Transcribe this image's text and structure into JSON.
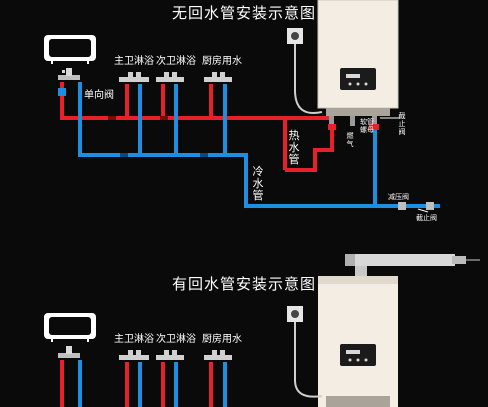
{
  "colors": {
    "background": "#0a0a0a",
    "hot_pipe": "#e8202a",
    "cold_pipe": "#1e8fe0",
    "heater_body": "#f3ede4",
    "heater_panel": "#1b1b1b",
    "label_text": "#ffffff"
  },
  "top_diagram": {
    "title": "无回水管安装示意图",
    "fixtures": {
      "master_shower": "主卫淋浴",
      "second_shower": "次卫淋浴",
      "kitchen": "厨房用水"
    },
    "check_valve": "单向阀",
    "hot_pipe_label": "热水管",
    "cold_pipe_label": "冷水管",
    "relief_valve": "减压阀",
    "shutoff_valve": "截止阀",
    "shutoff_valve_top": "截止阀",
    "gas_valve_note": "燃气",
    "connector_note": "软管\n螺母"
  },
  "bottom_diagram": {
    "title": "有回水管安装示意图",
    "fixtures": {
      "master_shower": "主卫淋浴",
      "second_shower": "次卫淋浴",
      "kitchen": "厨房用水"
    }
  },
  "icons": [
    "bathtub-icon",
    "faucet-icon",
    "shower-valve-icon",
    "water-heater-icon",
    "wall-socket-icon",
    "flue-pipe-icon",
    "valve-icon"
  ]
}
